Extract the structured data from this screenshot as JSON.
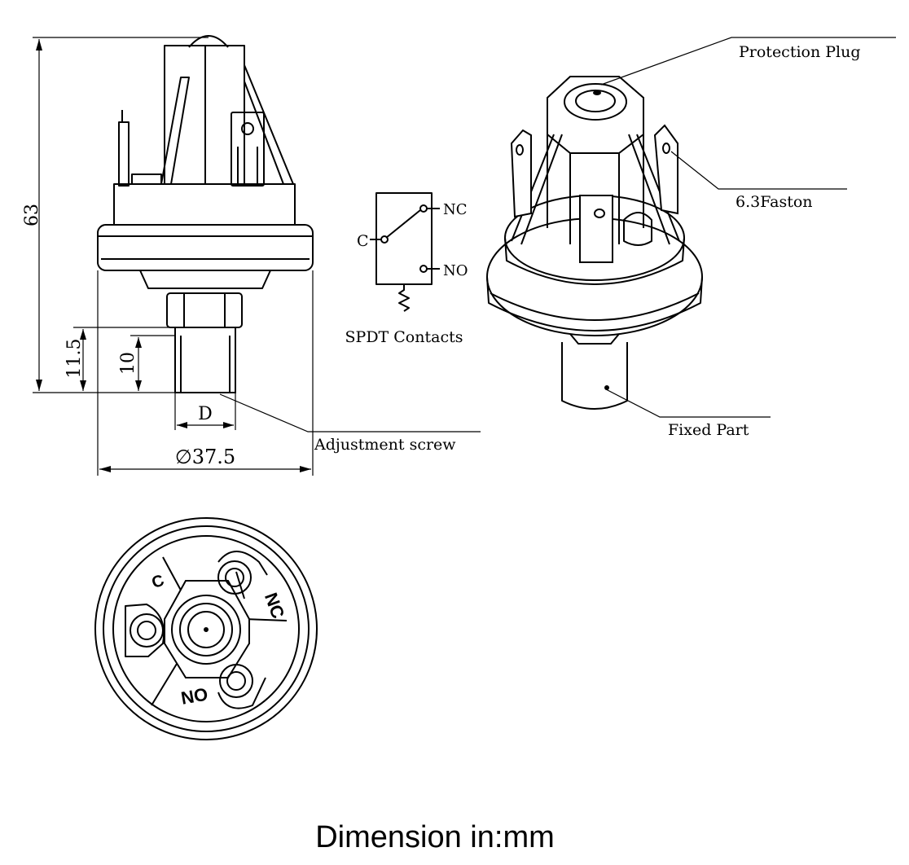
{
  "dimensions": {
    "overall_height": "63",
    "thread_length_outer": "11.5",
    "thread_length_inner": "10",
    "thread_diameter": "D",
    "body_diameter": "∅37.5"
  },
  "labels": {
    "protection_plug": "Protection Plug",
    "faston": "6.3Faston",
    "fixed_part": "Fixed Part",
    "adjustment_screw": "Adjustment screw",
    "spdt_contacts": "SPDT Contacts"
  },
  "schematic": {
    "common": "C",
    "normally_closed": "NC",
    "normally_open": "NO"
  },
  "bottom_view_marks": {
    "common": "C",
    "normally_closed": "NC",
    "normally_open": "NO"
  },
  "footer": {
    "units_note": "Dimension in:mm"
  },
  "colors": {
    "line": "#000000",
    "background": "#ffffff"
  }
}
